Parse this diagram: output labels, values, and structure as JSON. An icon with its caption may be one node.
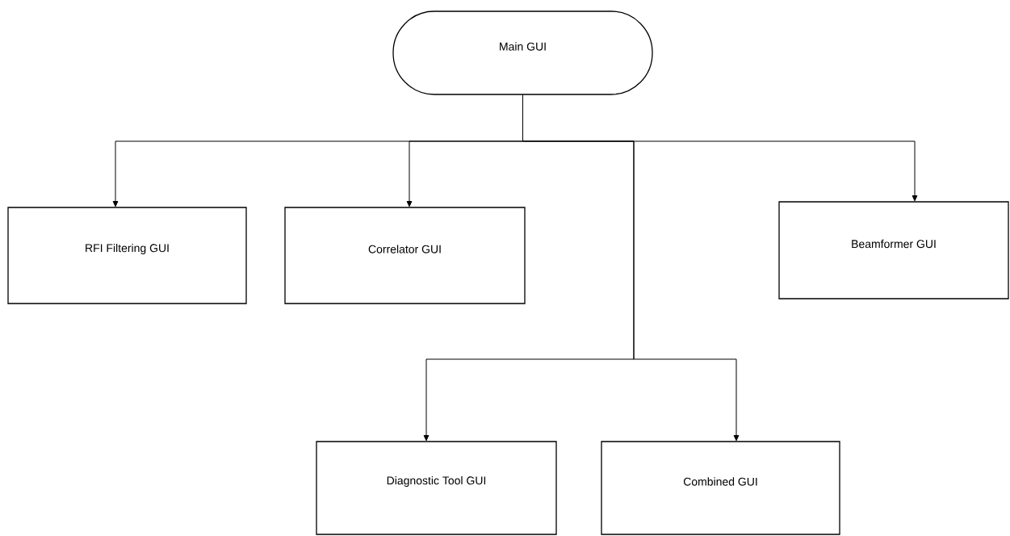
{
  "diagram": {
    "nodes": [
      {
        "text": [
          "Main GUI"
        ]
      },
      {
        "text": [
          "RFI Filtering GUI"
        ]
      },
      {
        "text": [
          "Correlator GUI"
        ]
      },
      {
        "text": [
          "Beamformer GUI"
        ]
      },
      {
        "text": [
          "Diagnostic Tool GUI"
        ]
      },
      {
        "text": [
          "Combined GUI"
        ]
      }
    ],
    "edges": [
      {
        "from": 0,
        "to": 1,
        "arrow": "to"
      },
      {
        "from": 0,
        "to": 2,
        "arrow": "to"
      },
      {
        "from": 0,
        "to": 3,
        "arrow": "to"
      },
      {
        "from": 0,
        "to": 4,
        "arrow": "to"
      },
      {
        "from": 0,
        "to": 5,
        "arrow": "to"
      }
    ]
  }
}
